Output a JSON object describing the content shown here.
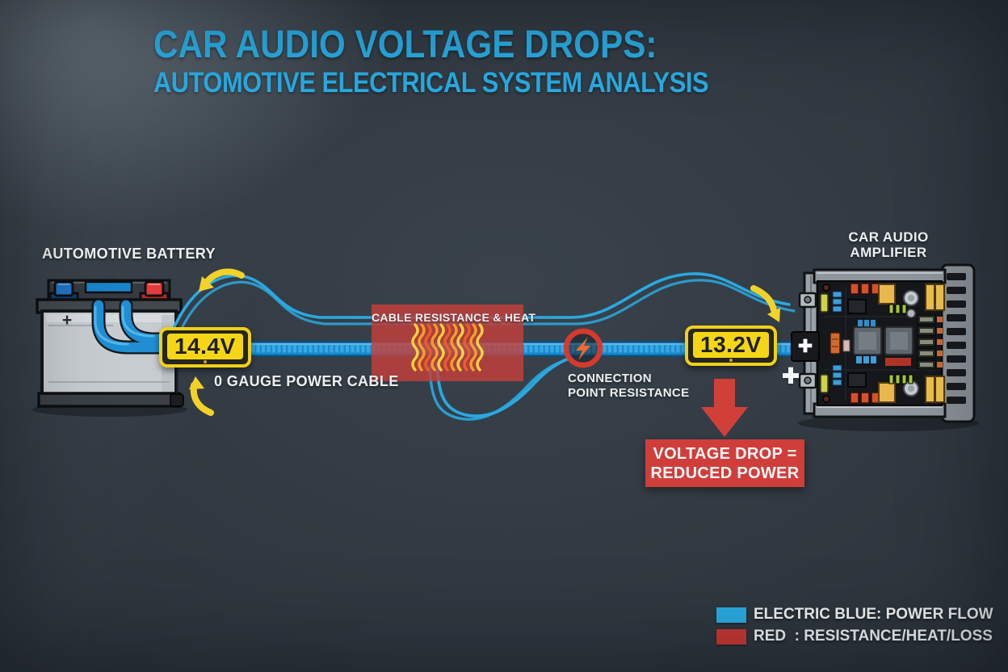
{
  "title": {
    "line1": "CAR AUDIO VOLTAGE DROPS:",
    "line2": "AUTOMOTIVE ELECTRICAL SYSTEM ANALYSIS"
  },
  "battery": {
    "label": "AUTOMOTIVE BATTERY",
    "terminal_plus": "+",
    "voltage_badge": "14.4V"
  },
  "power_cable": {
    "label": "0 GAUGE POWER CABLE"
  },
  "cable_resistance": {
    "label": "CABLE RESISTANCE & HEAT"
  },
  "connection_point": {
    "line1": "CONNECTION",
    "line2": "POINT RESISTANCE",
    "icon": "lightning-bolt"
  },
  "amplifier": {
    "line1": "CAR AUDIO",
    "line2": "AMPLIFIER",
    "voltage_badge": "13.2V",
    "terminal_plus": "+",
    "ground_plus": "+"
  },
  "voltage_drop": {
    "line1": "VOLTAGE DROP =",
    "line2": "REDUCED POWER"
  },
  "legend": {
    "items": [
      {
        "name": "power-flow",
        "color": "#2aa9e1",
        "label": "ELECTRIC BLUE: POWER FLOW"
      },
      {
        "name": "resistance-loss",
        "color": "#c63836",
        "label": "RED  : RESISTANCE/HEAT/LOSS"
      }
    ]
  },
  "colors": {
    "background": "#2c343c",
    "accent_blue": "#29abe2",
    "cable_blue": "#1787c9",
    "warning_yellow": "#f2d229",
    "alert_red": "#cf3e3b"
  }
}
